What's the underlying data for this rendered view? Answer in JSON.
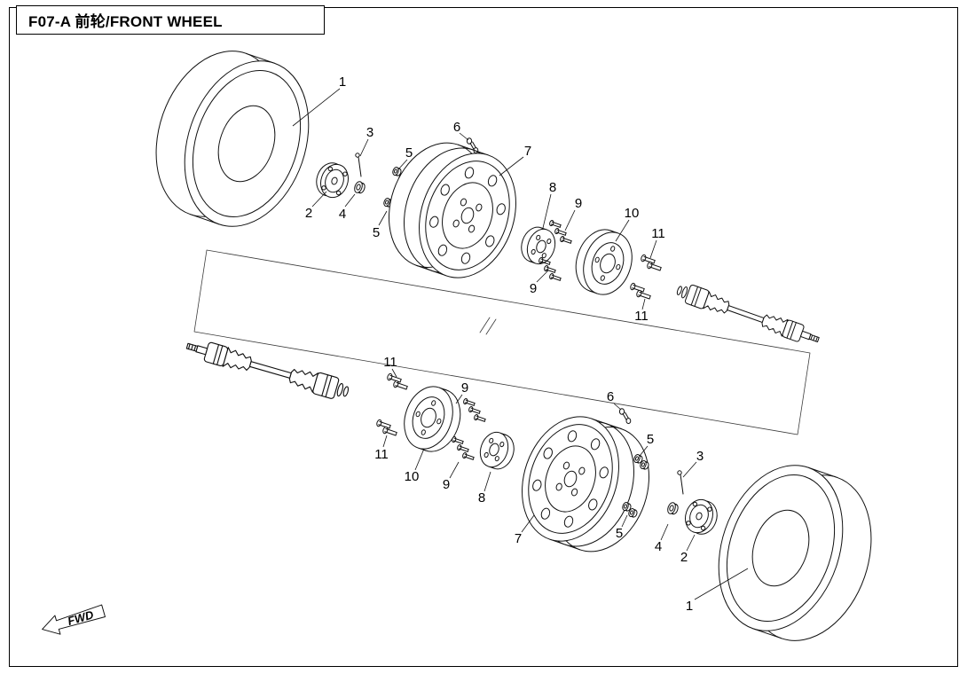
{
  "page": {
    "title": "F07-A 前轮/FRONT WHEEL",
    "fwd_label": "FWD"
  },
  "callouts": [
    {
      "part": "1"
    },
    {
      "part": "3"
    },
    {
      "part": "6"
    },
    {
      "part": "5"
    },
    {
      "part": "2"
    },
    {
      "part": "4"
    },
    {
      "part": "5"
    },
    {
      "part": "7"
    },
    {
      "part": "8"
    },
    {
      "part": "9"
    },
    {
      "part": "10"
    },
    {
      "part": "11"
    },
    {
      "part": "9"
    },
    {
      "part": "11"
    },
    {
      "part": "11"
    },
    {
      "part": "9"
    },
    {
      "part": "6"
    },
    {
      "part": "11"
    },
    {
      "part": "10"
    },
    {
      "part": "5"
    },
    {
      "part": "3"
    },
    {
      "part": "9"
    },
    {
      "part": "8"
    },
    {
      "part": "5"
    },
    {
      "part": "7"
    },
    {
      "part": "4"
    },
    {
      "part": "2"
    },
    {
      "part": "1"
    }
  ]
}
